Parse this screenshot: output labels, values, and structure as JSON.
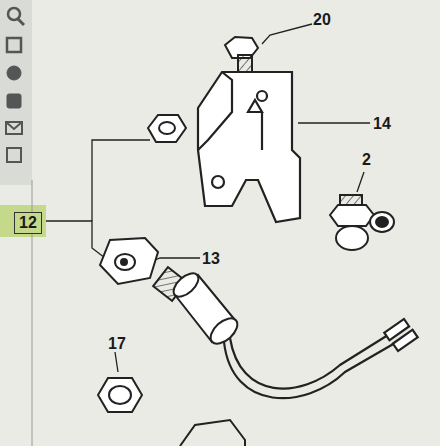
{
  "diagram": {
    "nodes": [
      {
        "text": [
          "12"
        ]
      }
    ],
    "labels": [
      "20",
      "14",
      "2",
      "13",
      "17"
    ]
  }
}
